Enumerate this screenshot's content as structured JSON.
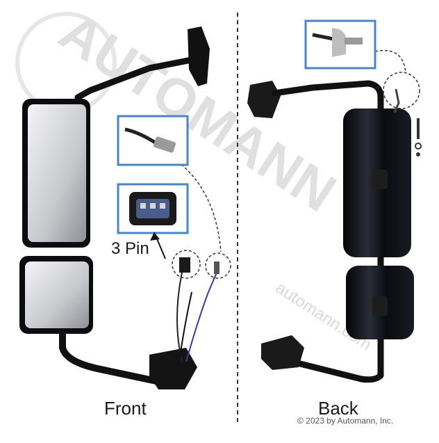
{
  "labels": {
    "front": "Front",
    "back": "Back",
    "pin": "3 Pin",
    "copyright": "© 2023 by Automann, Inc."
  },
  "watermark": {
    "brand": "AUTOMANN",
    "url": "automann.com"
  },
  "colors": {
    "mirror_body": "#0b0b0f",
    "glass": "#c9cbd0",
    "callout_border": "#4a86c5",
    "divider": "#333333",
    "watermark": "#cfcfcf"
  }
}
